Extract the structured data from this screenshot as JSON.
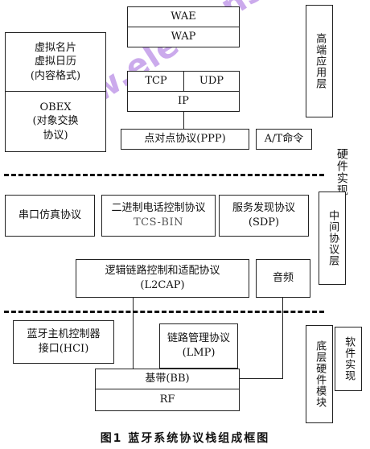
{
  "top_stack": {
    "wae": "WAE",
    "wap": "WAP",
    "tcp": "TCP",
    "udp": "UDP",
    "ip": "IP",
    "ppp": "点对点协议(PPP)",
    "at": "A/T命令"
  },
  "left_top": {
    "vcard": "虚拟名片\n虚拟日历\n(内容格式)",
    "obex": "OBEX\n(对象交换\n协议)"
  },
  "middle": {
    "serial": "串口仿真协议",
    "tcs_title": "二进制电话控制协议",
    "tcs_sub": "TCS-BIN",
    "sdp": "服务发现协议\n(SDP)",
    "l2cap": "逻辑链路控制和适配协议\n(L2CAP)",
    "audio": "音频"
  },
  "bottom": {
    "hci": "蓝牙主机控制器\n接口(HCI)",
    "lmp": "链路管理协议\n(LMP)",
    "baseband": "基带(BB)",
    "rf": "RF"
  },
  "side_labels": {
    "high_layer": "高端应用层",
    "hardware_impl": "硬件实现",
    "middle_layer": "中间协议层",
    "software_impl": "软件实现",
    "bottom_hw": "底层硬件模块"
  },
  "watermark": "www.elecfans.com",
  "caption": "图1  蓝牙系统协议栈组成框图"
}
